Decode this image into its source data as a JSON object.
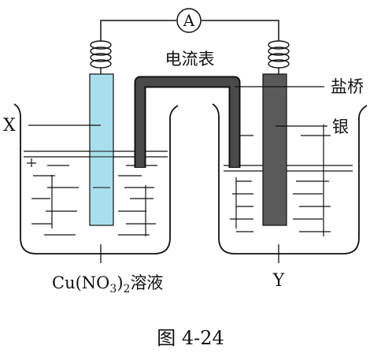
{
  "diagram": {
    "ammeter": {
      "symbol": "A",
      "label": "电流表"
    },
    "salt_bridge_label": "盐桥",
    "electrode_x_label": "X",
    "electrode_silver_label": "银",
    "left_solution": {
      "formula": "Cu(NO",
      "subscript_3": "3",
      "close": ")",
      "subscript_2": "2",
      "suffix": "溶液"
    },
    "right_solution_label": "Y",
    "caption": "图 4-24",
    "colors": {
      "x_electrode": "#a8dfec",
      "silver_electrode": "#5a5a5a",
      "salt_bridge": "#4a4a4a",
      "line": "#111111"
    }
  }
}
